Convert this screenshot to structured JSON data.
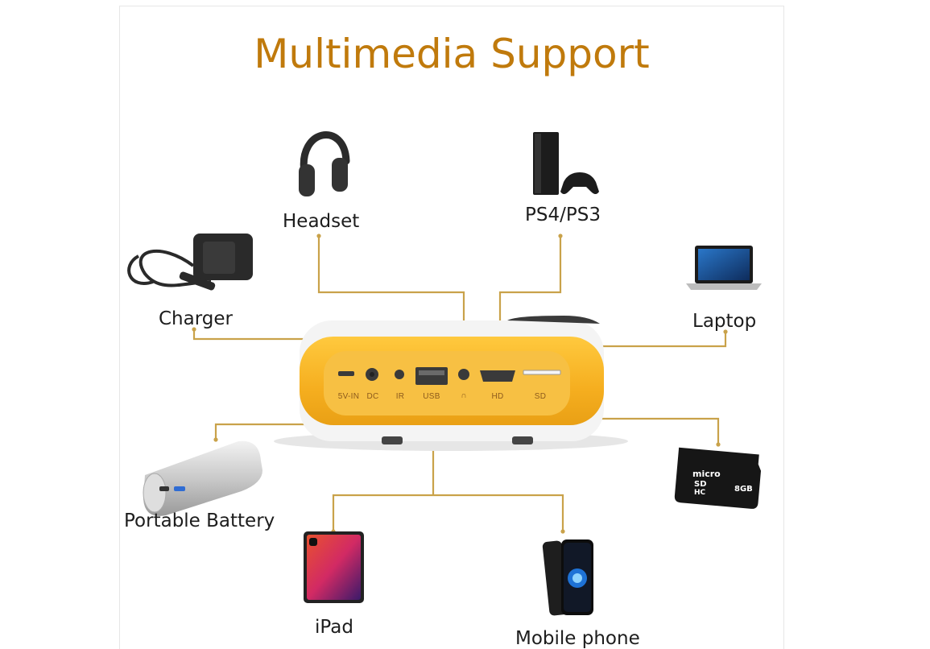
{
  "title": "Multimedia Support",
  "devices": {
    "headset": "Headset",
    "ps4": "PS4/PS3",
    "charger": "Charger",
    "laptop": "Laptop",
    "battery": "Portable Battery",
    "sdcard": "SD card",
    "ipad": "iPad",
    "phone": "Mobile phone"
  },
  "ports": {
    "p5vin": "5V-IN",
    "dc": "DC",
    "ir": "IR",
    "usb": "USB",
    "audio": "∩",
    "hd": "HD",
    "sd": "SD"
  },
  "sdcard_text": {
    "brand": "micro",
    "sd": "SD",
    "hc": "HC",
    "cap": "8GB"
  },
  "colors": {
    "accent": "#c07a0c",
    "line": "#c9a24a",
    "projector": "#f6b728"
  }
}
